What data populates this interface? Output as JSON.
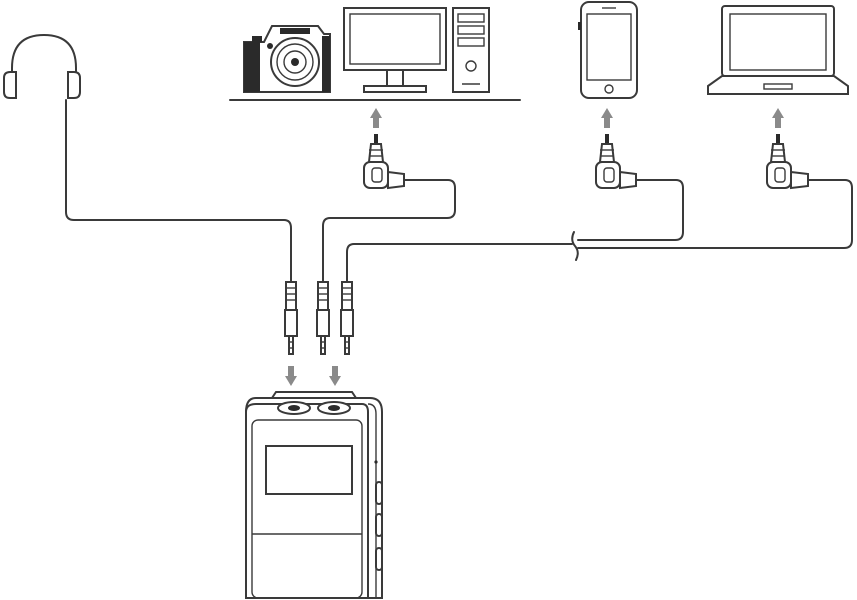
{
  "diagram": {
    "devices": [
      {
        "id": "headphones",
        "icon": "headphones-icon"
      },
      {
        "id": "camera",
        "icon": "camera-icon"
      },
      {
        "id": "desktop-computer",
        "icon": "desktop-computer-icon"
      },
      {
        "id": "smartphone",
        "icon": "smartphone-icon"
      },
      {
        "id": "laptop",
        "icon": "laptop-icon"
      },
      {
        "id": "receiver",
        "icon": "wireless-receiver-icon"
      }
    ],
    "connectors": [
      {
        "id": "plug-headphone",
        "type": "3.5mm TRS"
      },
      {
        "id": "plug-output-1",
        "type": "3.5mm TRS"
      },
      {
        "id": "plug-output-2",
        "type": "3.5mm TRS"
      },
      {
        "id": "right-angle-camera",
        "type": "3.5mm right-angle"
      },
      {
        "id": "right-angle-phone",
        "type": "3.5mm right-angle TRRS"
      },
      {
        "id": "right-angle-laptop",
        "type": "3.5mm right-angle TRRS"
      }
    ],
    "colors": {
      "line": "#3a3a3a",
      "arrow": "#8a8a8a",
      "background": "#ffffff"
    }
  }
}
